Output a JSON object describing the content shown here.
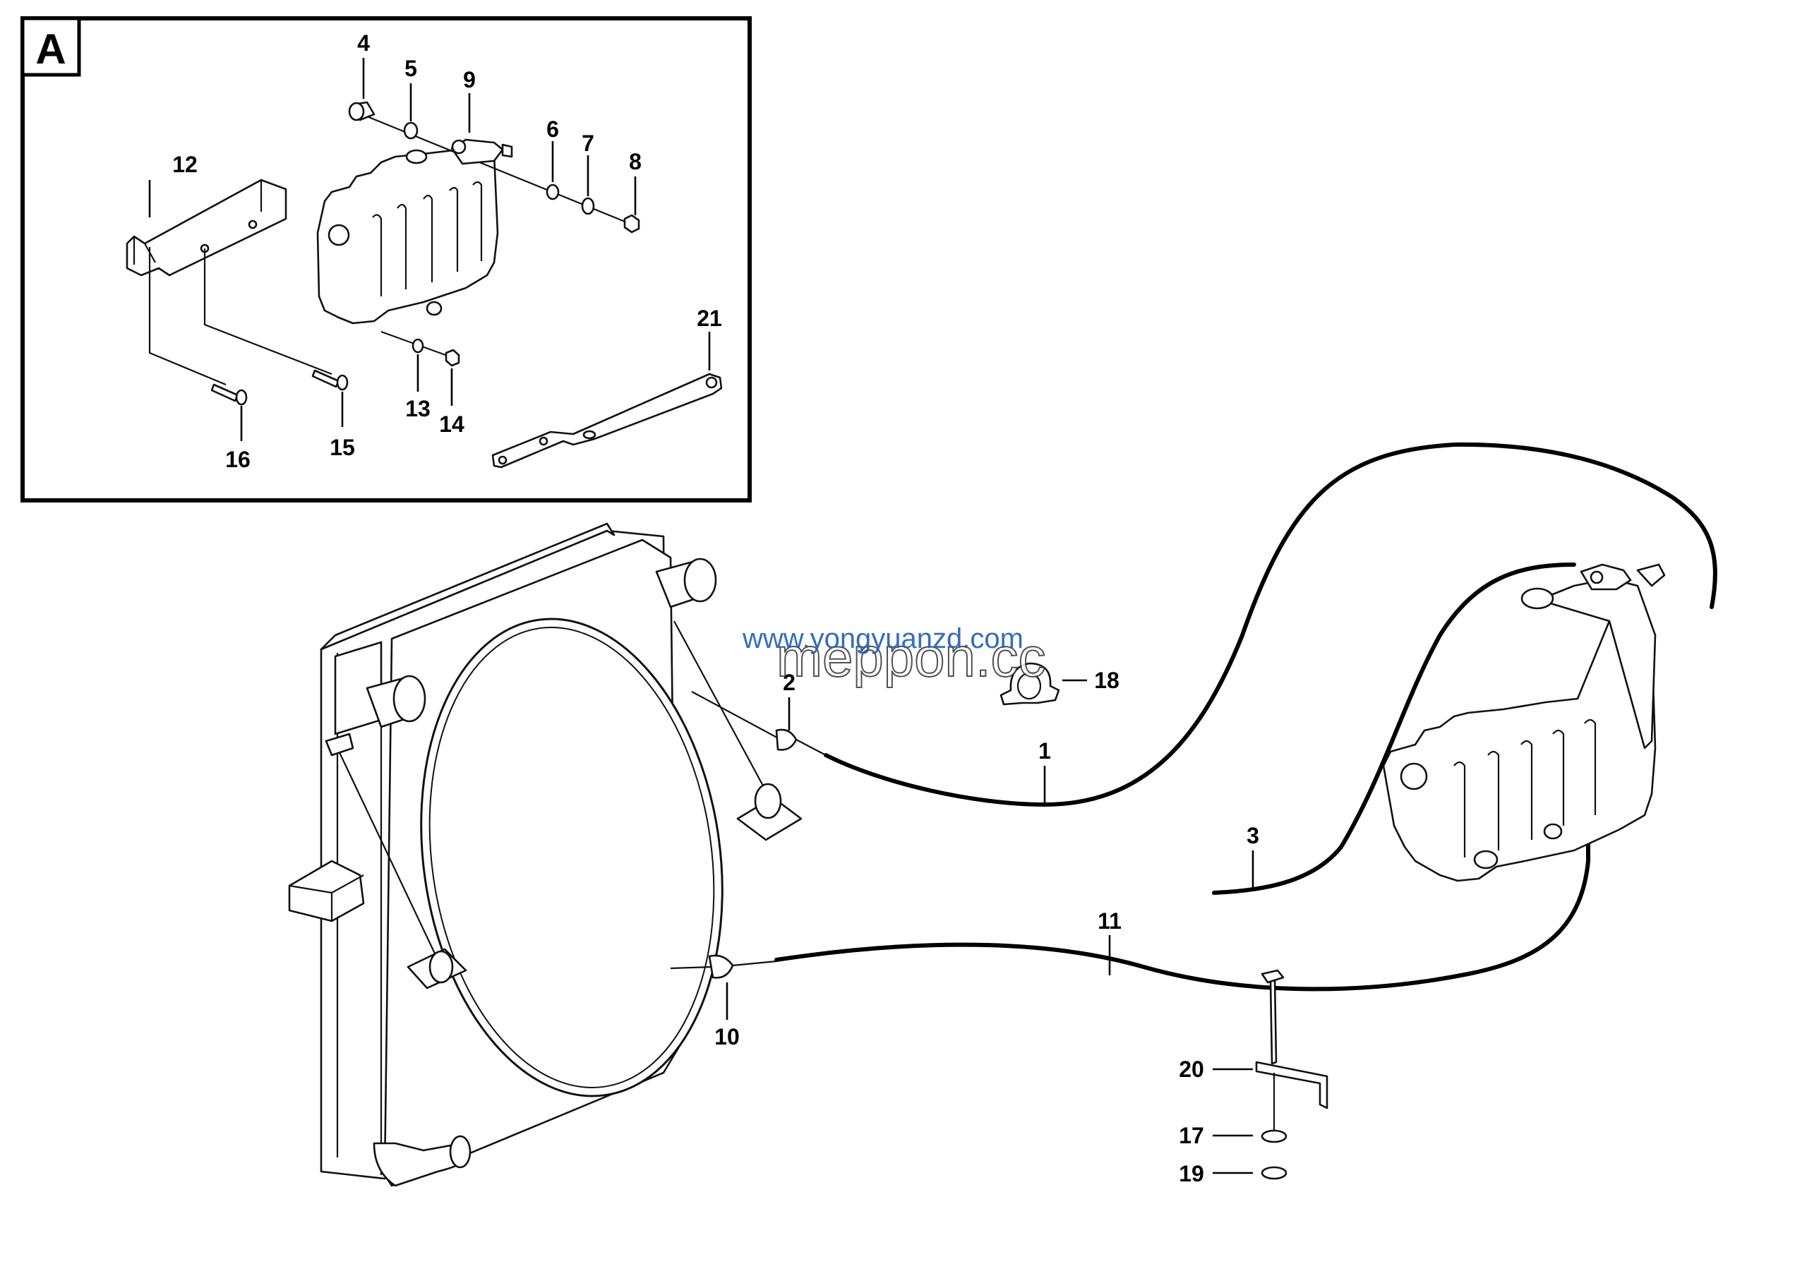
{
  "detail_box": {
    "label": "A"
  },
  "detail_callouts": [
    "4",
    "5",
    "9",
    "6",
    "7",
    "8",
    "12",
    "21",
    "13",
    "14",
    "16",
    "15"
  ],
  "main_callouts": [
    "2",
    "18",
    "1",
    "3",
    "11",
    "10",
    "20",
    "17",
    "19"
  ],
  "watermarks": {
    "line1": "www.yongyuanzd.com",
    "line2": "meppon.cc"
  }
}
